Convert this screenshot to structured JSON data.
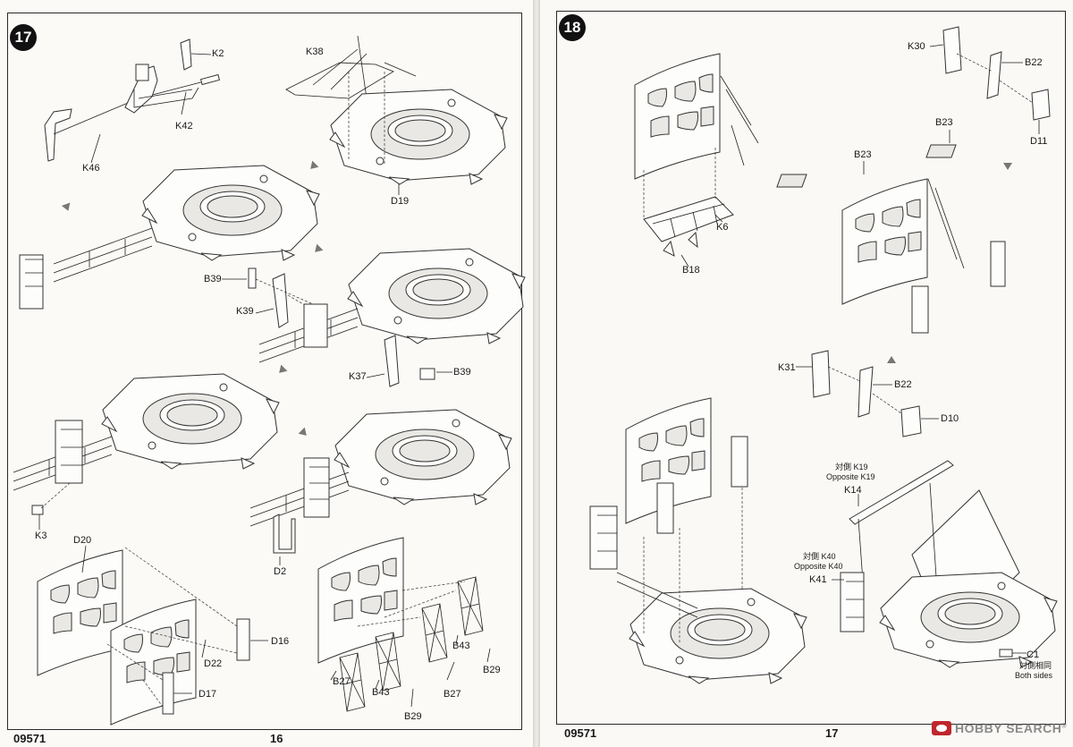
{
  "left_page": {
    "step_number": "17",
    "labels": {
      "k2": "K2",
      "k42": "K42",
      "k46": "K46",
      "k38": "K38",
      "d19": "D19",
      "b39_a": "B39",
      "k39": "K39",
      "k37": "K37",
      "b39_b": "B39",
      "k3": "K3",
      "d2": "D2",
      "d20": "D20",
      "d22": "D22",
      "d16": "D16",
      "d17": "D17",
      "b43_a": "B43",
      "b27_a": "B27",
      "b43_b": "B43",
      "b27_b": "B27",
      "b29_a": "B29",
      "b29_b": "B29"
    },
    "footer_code": "09571",
    "page_number": "16"
  },
  "right_page": {
    "step_number": "18",
    "labels": {
      "k30": "K30",
      "b22_a": "B22",
      "d11": "D11",
      "b23_a": "B23",
      "b23_b": "B23",
      "k6": "K6",
      "b18": "B18",
      "k31": "K31",
      "b22_b": "B22",
      "d10": "D10",
      "k19_jp": "対側 K19",
      "k19_en": "Opposite K19",
      "k14": "K14",
      "k40_jp": "対側 K40",
      "k40_en": "Opposite K40",
      "k41": "K41",
      "c1": "C1",
      "c1_jp": "対側相同",
      "c1_en": "Both sides"
    },
    "footer_code": "09571",
    "page_number": "17"
  },
  "watermark": {
    "text": "HOBBY SEARCH",
    "registered_mark": "®",
    "brand_color": "#c0262d"
  }
}
